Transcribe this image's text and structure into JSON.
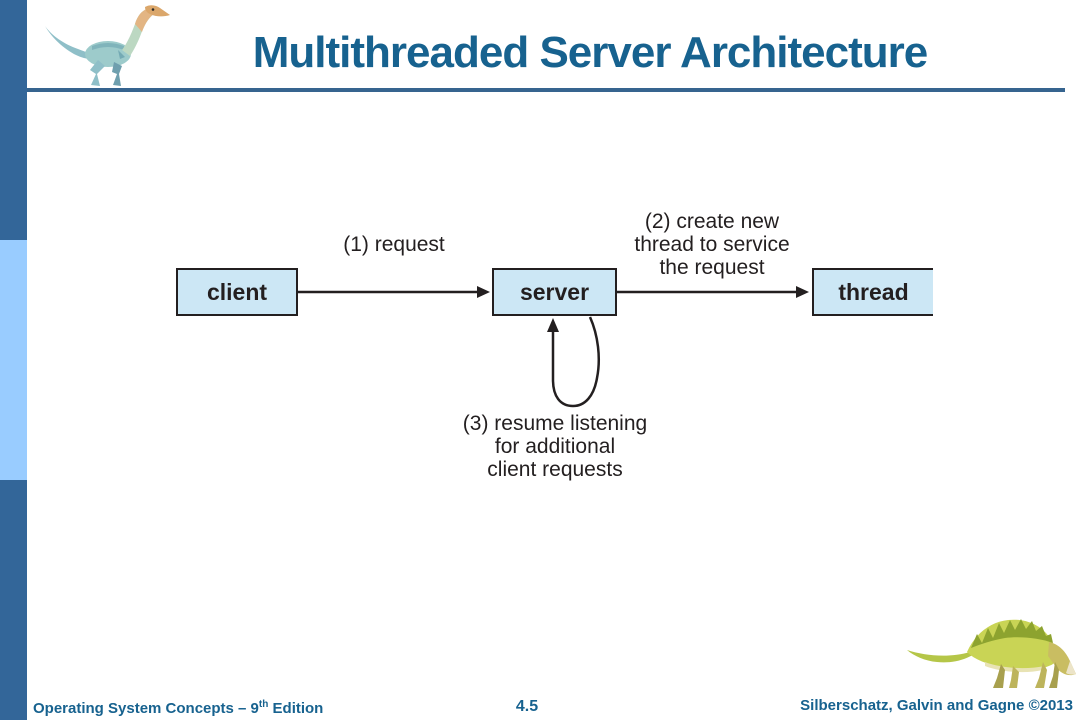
{
  "slide": {
    "title": "Multithreaded Server Architecture",
    "page_number": "4.5",
    "footer": {
      "left_main": "Operating System Concepts – 9",
      "left_sup": "th",
      "left_tail": " Edition",
      "right": "Silberschatz, Galvin and Gagne ©2013"
    }
  },
  "diagram": {
    "boxes": [
      {
        "label": "client"
      },
      {
        "label": "server"
      },
      {
        "label": "thread"
      }
    ],
    "annotations": {
      "step1": "(1) request",
      "step2": [
        "(2) create new",
        "thread to service",
        "the request"
      ],
      "step3": [
        "(3) resume listening",
        "for additional",
        "client requests"
      ]
    }
  },
  "icons": {
    "top_left": "dinosaur-logo",
    "bottom_right": "dinosaur-logo"
  },
  "colors": {
    "sidebar_dark": "#336699",
    "sidebar_light": "#99ccff",
    "title_text": "#17628f",
    "title_rule": "#36648f",
    "box_fill": "#cce7f5",
    "ink": "#231f20",
    "footer_text": "#17628f"
  }
}
